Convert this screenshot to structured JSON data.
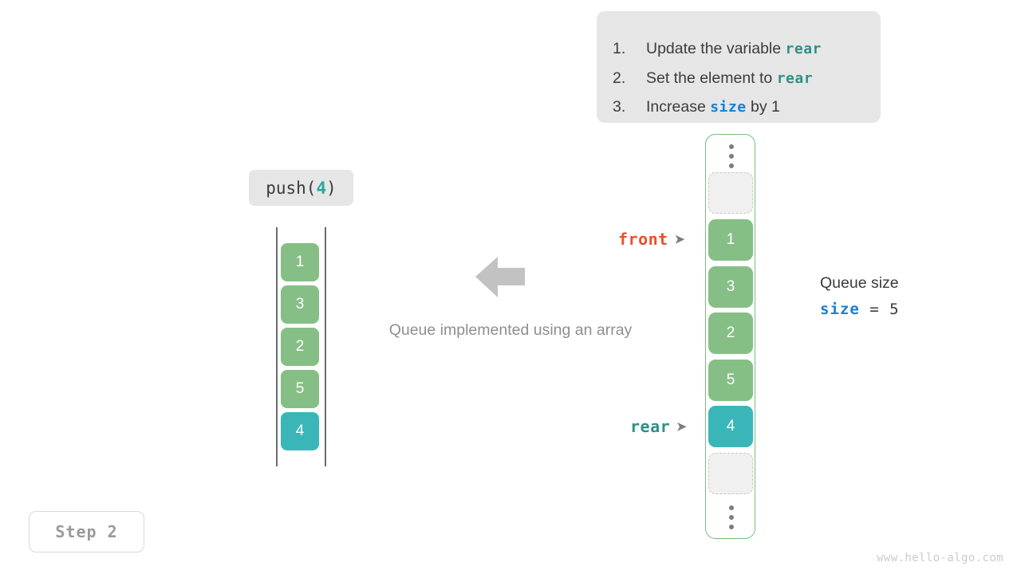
{
  "colors": {
    "element_green": "#86bf86",
    "highlight_teal": "#3bb6b8",
    "container_border_green": "#79c07d",
    "front_orange": "#e8512a",
    "rear_teal": "#2e9086",
    "size_blue": "#1b7fd0",
    "panel_gray": "#e6e6e6",
    "muted_gray": "#8f8f8f",
    "empty_slot_fill": "#f0f0f0",
    "empty_slot_border": "#c9c9c9"
  },
  "instructions": {
    "items": [
      {
        "num": "1.",
        "pre": "Update the variable ",
        "var": "rear",
        "var_color_key": "rear",
        "post": ""
      },
      {
        "num": "2.",
        "pre": "Set the element to ",
        "var": "rear",
        "var_color_key": "rear",
        "post": ""
      },
      {
        "num": "3.",
        "pre": "Increase ",
        "var": "size",
        "var_color_key": "size",
        "post": " by 1"
      }
    ]
  },
  "operation": {
    "label_prefix": "push(",
    "label_arg": "4",
    "label_suffix": ")"
  },
  "left_stack": {
    "cells": [
      {
        "value": "1",
        "color": "#86bf86"
      },
      {
        "value": "3",
        "color": "#86bf86"
      },
      {
        "value": "2",
        "color": "#86bf86"
      },
      {
        "value": "5",
        "color": "#86bf86"
      },
      {
        "value": "4",
        "color": "#3bb6b8"
      }
    ]
  },
  "center": {
    "caption": "Queue implemented using an array",
    "arrow_direction": "left"
  },
  "array": {
    "top_ellipsis": "⋮",
    "bottom_ellipsis": "⋮",
    "slots": [
      {
        "kind": "empty",
        "value": ""
      },
      {
        "kind": "filled",
        "value": "1",
        "color": "#86bf86"
      },
      {
        "kind": "filled",
        "value": "3",
        "color": "#86bf86"
      },
      {
        "kind": "filled",
        "value": "2",
        "color": "#86bf86"
      },
      {
        "kind": "filled",
        "value": "5",
        "color": "#86bf86"
      },
      {
        "kind": "filled",
        "value": "4",
        "color": "#3bb6b8"
      },
      {
        "kind": "empty",
        "value": ""
      }
    ]
  },
  "pointers": {
    "front": {
      "label": "front",
      "head": "➤"
    },
    "rear": {
      "label": "rear",
      "head": "➤"
    }
  },
  "size_readout": {
    "title": "Queue size",
    "variable": "size",
    "operator": "=",
    "value": "5"
  },
  "step": {
    "label": "Step 2"
  },
  "watermark": {
    "text": "www.hello-algo.com"
  }
}
